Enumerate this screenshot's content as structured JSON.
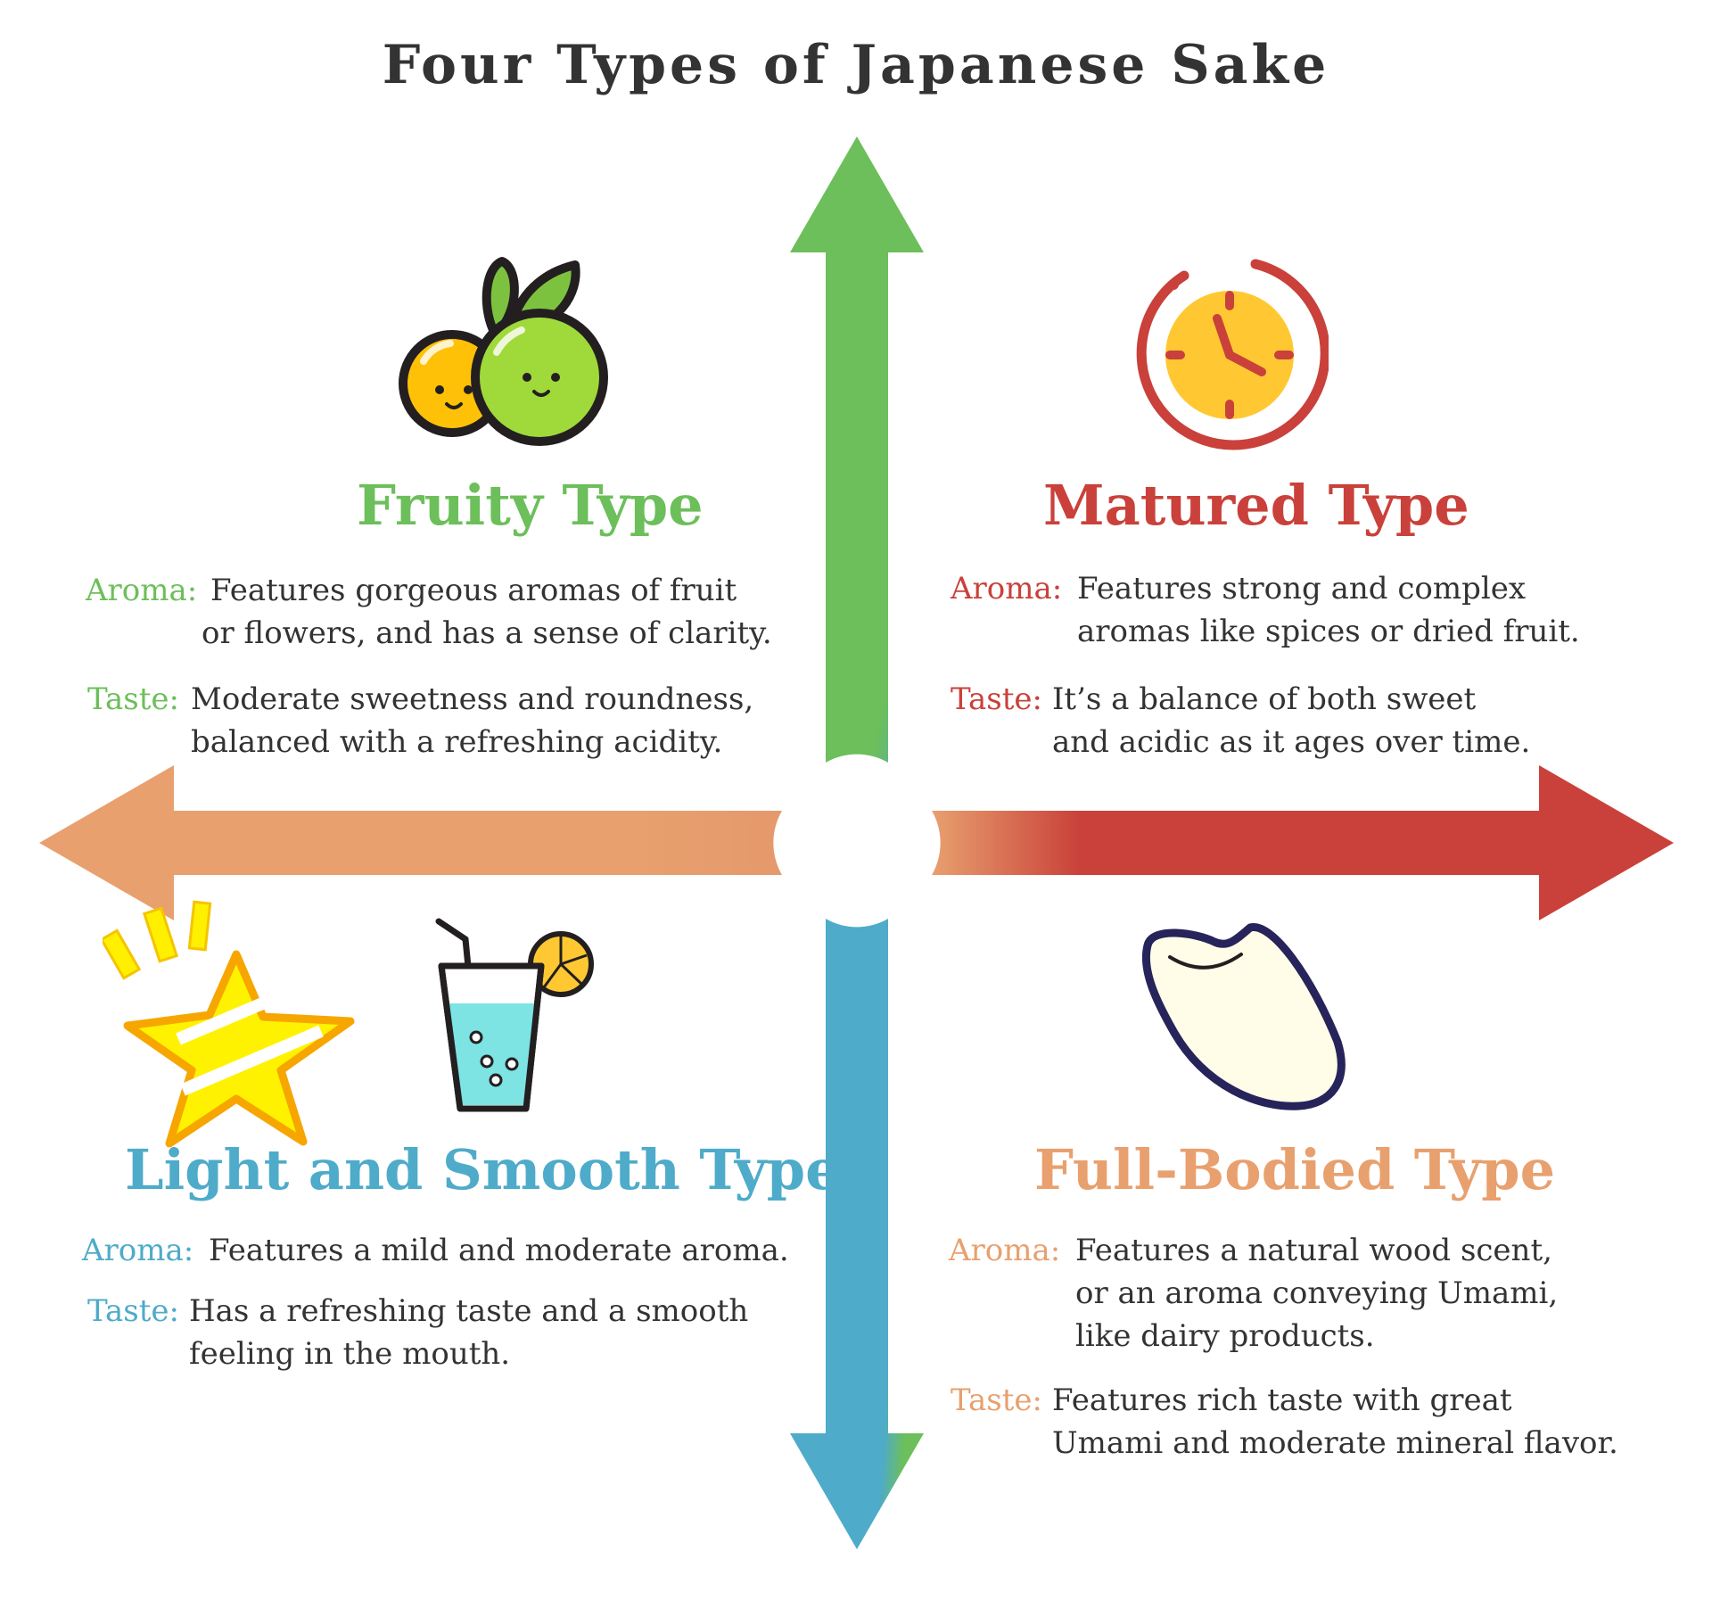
{
  "title": "Four Types of Japanese Sake",
  "colors": {
    "fruity": "#6cbf5a",
    "matured": "#c9413a",
    "light": "#4eabc9",
    "full": "#e8a06e",
    "text": "#333333"
  },
  "quadrants": {
    "fruity": {
      "icon": "lime-and-orange-fruit-icon",
      "title": "Fruity Type",
      "aroma_label": "Aroma:",
      "aroma_lines": [
        "Features gorgeous aromas of fruit",
        "or flowers, and has a sense of clarity."
      ],
      "taste_label": "Taste:",
      "taste_lines": [
        "Moderate sweetness and roundness,",
        "balanced with a refreshing acidity."
      ]
    },
    "matured": {
      "icon": "clock-icon",
      "title": "Matured Type",
      "aroma_label": "Aroma:",
      "aroma_lines": [
        "Features strong and complex",
        "aromas like spices or dried fruit."
      ],
      "taste_label": "Taste:",
      "taste_lines": [
        "It’s a balance of both sweet",
        "and acidic as it ages over time."
      ]
    },
    "light": {
      "icon": "star-and-drink-icon",
      "title": "Light and Smooth Type",
      "aroma_label": "Aroma:",
      "aroma_lines": [
        "Features a mild and moderate aroma."
      ],
      "taste_label": "Taste:",
      "taste_lines": [
        "Has a refreshing taste and a smooth",
        "feeling in the mouth."
      ]
    },
    "full": {
      "icon": "rice-grain-icon",
      "title": "Full-Bodied Type",
      "aroma_label": "Aroma:",
      "aroma_lines": [
        "Features a natural wood scent,",
        "or an aroma conveying Umami,",
        "like dairy products."
      ],
      "taste_label": "Taste:",
      "taste_lines": [
        "Features rich taste with great",
        "Umami and moderate mineral flavor."
      ]
    }
  }
}
